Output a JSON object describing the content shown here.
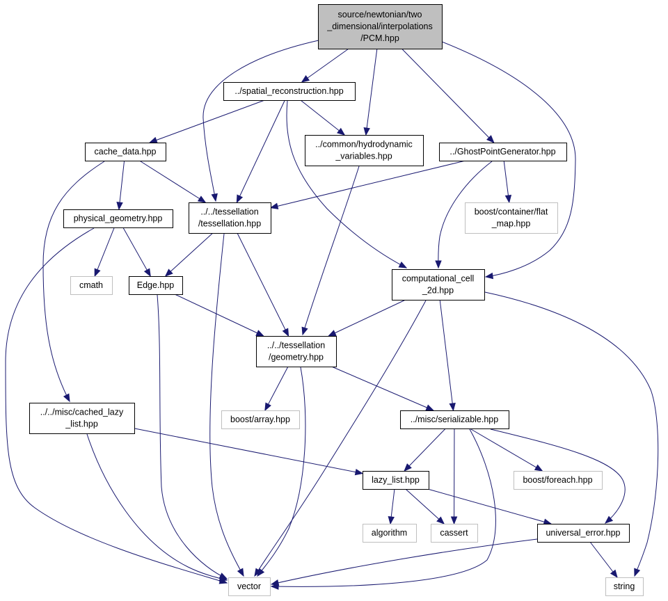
{
  "diagram": {
    "nodes": [
      {
        "id": "pcm",
        "kind": "root",
        "lines": [
          "source/newtonian/two",
          "_dimensional/interpolations",
          "/PCM.hpp"
        ]
      },
      {
        "id": "spatial",
        "kind": "local",
        "lines": [
          "../spatial_reconstruction.hpp"
        ]
      },
      {
        "id": "cache",
        "kind": "local",
        "lines": [
          "cache_data.hpp"
        ]
      },
      {
        "id": "hydro",
        "kind": "local",
        "lines": [
          "../common/hydrodynamic",
          "_variables.hpp"
        ]
      },
      {
        "id": "ghost",
        "kind": "local",
        "lines": [
          "../GhostPointGenerator.hpp"
        ]
      },
      {
        "id": "physgeo",
        "kind": "local",
        "lines": [
          "physical_geometry.hpp"
        ]
      },
      {
        "id": "tess",
        "kind": "local",
        "lines": [
          "../../tessellation",
          "/tessellation.hpp"
        ]
      },
      {
        "id": "flatmap",
        "kind": "system",
        "lines": [
          "boost/container/flat",
          "_map.hpp"
        ]
      },
      {
        "id": "cmath",
        "kind": "system",
        "lines": [
          "cmath"
        ]
      },
      {
        "id": "edge",
        "kind": "local",
        "lines": [
          "Edge.hpp"
        ]
      },
      {
        "id": "cell",
        "kind": "local",
        "lines": [
          "computational_cell",
          "_2d.hpp"
        ]
      },
      {
        "id": "geometry",
        "kind": "local",
        "lines": [
          "../../tessellation",
          "/geometry.hpp"
        ]
      },
      {
        "id": "cachedlazy",
        "kind": "local",
        "lines": [
          "../../misc/cached_lazy",
          "_list.hpp"
        ]
      },
      {
        "id": "boostarray",
        "kind": "system",
        "lines": [
          "boost/array.hpp"
        ]
      },
      {
        "id": "serial",
        "kind": "local",
        "lines": [
          "../misc/serializable.hpp"
        ]
      },
      {
        "id": "lazy",
        "kind": "local",
        "lines": [
          "lazy_list.hpp"
        ]
      },
      {
        "id": "foreach",
        "kind": "system",
        "lines": [
          "boost/foreach.hpp"
        ]
      },
      {
        "id": "algorithm",
        "kind": "system",
        "lines": [
          "algorithm"
        ]
      },
      {
        "id": "cassert",
        "kind": "system",
        "lines": [
          "cassert"
        ]
      },
      {
        "id": "univerr",
        "kind": "local",
        "lines": [
          "universal_error.hpp"
        ]
      },
      {
        "id": "vector",
        "kind": "system",
        "lines": [
          "vector"
        ]
      },
      {
        "id": "string",
        "kind": "system",
        "lines": [
          "string"
        ]
      }
    ],
    "edges": [
      {
        "from": "pcm",
        "to": "spatial"
      },
      {
        "from": "pcm",
        "to": "tess"
      },
      {
        "from": "pcm",
        "to": "hydro"
      },
      {
        "from": "pcm",
        "to": "ghost"
      },
      {
        "from": "pcm",
        "to": "cell"
      },
      {
        "from": "spatial",
        "to": "cache"
      },
      {
        "from": "spatial",
        "to": "tess"
      },
      {
        "from": "spatial",
        "to": "hydro"
      },
      {
        "from": "spatial",
        "to": "cell"
      },
      {
        "from": "cache",
        "to": "physgeo"
      },
      {
        "from": "cache",
        "to": "tess"
      },
      {
        "from": "cache",
        "to": "cachedlazy"
      },
      {
        "from": "hydro",
        "to": "geometry"
      },
      {
        "from": "ghost",
        "to": "tess"
      },
      {
        "from": "ghost",
        "to": "flatmap"
      },
      {
        "from": "ghost",
        "to": "cell"
      },
      {
        "from": "physgeo",
        "to": "cmath"
      },
      {
        "from": "physgeo",
        "to": "edge"
      },
      {
        "from": "physgeo",
        "to": "vector"
      },
      {
        "from": "tess",
        "to": "edge"
      },
      {
        "from": "tess",
        "to": "geometry"
      },
      {
        "from": "tess",
        "to": "vector"
      },
      {
        "from": "edge",
        "to": "geometry"
      },
      {
        "from": "edge",
        "to": "vector"
      },
      {
        "from": "cell",
        "to": "geometry"
      },
      {
        "from": "cell",
        "to": "serial"
      },
      {
        "from": "cell",
        "to": "vector"
      },
      {
        "from": "cell",
        "to": "string"
      },
      {
        "from": "geometry",
        "to": "boostarray"
      },
      {
        "from": "geometry",
        "to": "serial"
      },
      {
        "from": "geometry",
        "to": "vector"
      },
      {
        "from": "cachedlazy",
        "to": "lazy"
      },
      {
        "from": "cachedlazy",
        "to": "vector"
      },
      {
        "from": "serial",
        "to": "lazy"
      },
      {
        "from": "serial",
        "to": "foreach"
      },
      {
        "from": "serial",
        "to": "cassert"
      },
      {
        "from": "serial",
        "to": "univerr"
      },
      {
        "from": "serial",
        "to": "vector"
      },
      {
        "from": "lazy",
        "to": "algorithm"
      },
      {
        "from": "lazy",
        "to": "cassert"
      },
      {
        "from": "lazy",
        "to": "univerr"
      },
      {
        "from": "univerr",
        "to": "vector"
      },
      {
        "from": "univerr",
        "to": "string"
      }
    ]
  }
}
